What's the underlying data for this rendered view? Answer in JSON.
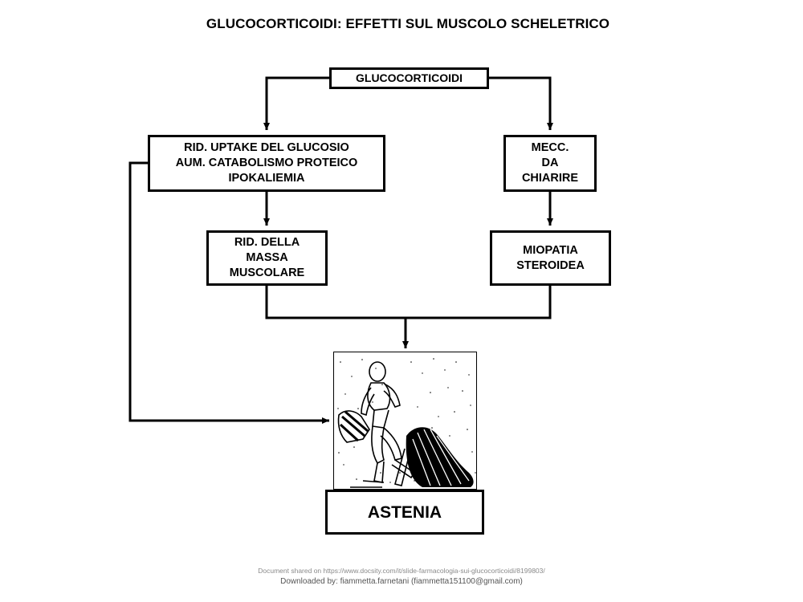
{
  "title": "GLUCOCORTICOIDI: EFFETTI SUL MUSCOLO SCHELETRICO",
  "nodes": {
    "top": "GLUCOCORTICOIDI",
    "left1": [
      "RID. UPTAKE DEL GLUCOSIO",
      "AUM. CATABOLISMO PROTEICO",
      "IPOKALIEMIA"
    ],
    "right1": [
      "MECC.",
      "DA",
      "CHIARIRE"
    ],
    "left2": [
      "RID. DELLA",
      "MASSA",
      "MUSCOLARE"
    ],
    "right2": [
      "MIOPATIA",
      "STEROIDEA"
    ],
    "outcome": "ASTENIA"
  },
  "footer": {
    "shared": "Document shared on https://www.docsity.com/it/slide-farmacologia-sui-glucocorticoidi/8199803/",
    "downloaded": "Downloaded by: fiammetta.farnetani (fiammetta151100@gmail.com)"
  }
}
